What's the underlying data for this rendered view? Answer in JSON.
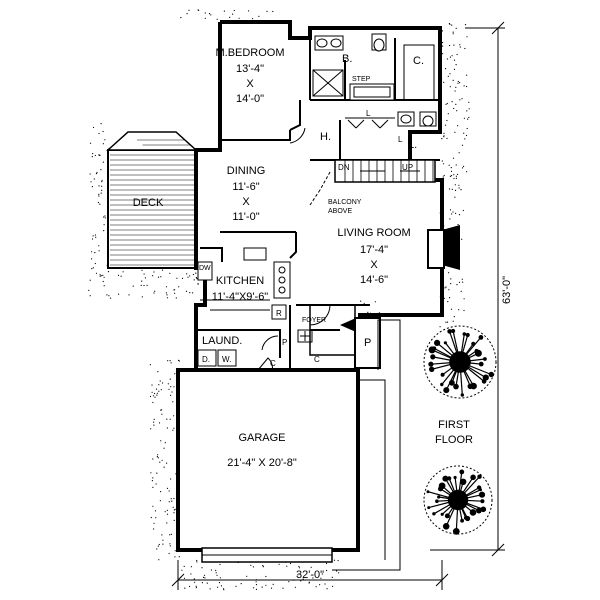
{
  "rooms": {
    "master_bedroom": {
      "name": "M.BEDROOM",
      "w": "13'-4\"",
      "x": "X",
      "l": "14'-0\""
    },
    "bath": "B.",
    "closet_c": "C.",
    "step": "STEP",
    "linen_l1": "L",
    "linen_l2": "L",
    "linen_l3": "L.",
    "hall": "H.",
    "dining": {
      "name": "DINING",
      "w": "11'-6\"",
      "x": "X",
      "l": "11'-0\""
    },
    "stair_dn": "DN",
    "stair_up": "UP",
    "deck": "DECK",
    "balcony": {
      "line1": "BALCONY",
      "line2": "ABOVE"
    },
    "living": {
      "name": "LIVING ROOM",
      "w": "17'-4\"",
      "x": "X",
      "l": "14'-6\""
    },
    "dw": "DW",
    "kitchen": {
      "name": "KITCHEN",
      "size": "11'-4\"X9'-6\""
    },
    "refrigerator": "R",
    "foyer": "FOYER",
    "porch": "P",
    "pantry": "P",
    "laundry": "LAUND.",
    "dryer": "D.",
    "washer": "W.",
    "closet_1": "C",
    "closet_2": "C",
    "garage": {
      "name": "GARAGE",
      "size": "21'-4\" X 20'-8\""
    }
  },
  "dimensions": {
    "width": "32'-0\"",
    "depth": "63'-0\""
  },
  "floor_label": {
    "line1": "FIRST",
    "line2": "FLOOR"
  }
}
